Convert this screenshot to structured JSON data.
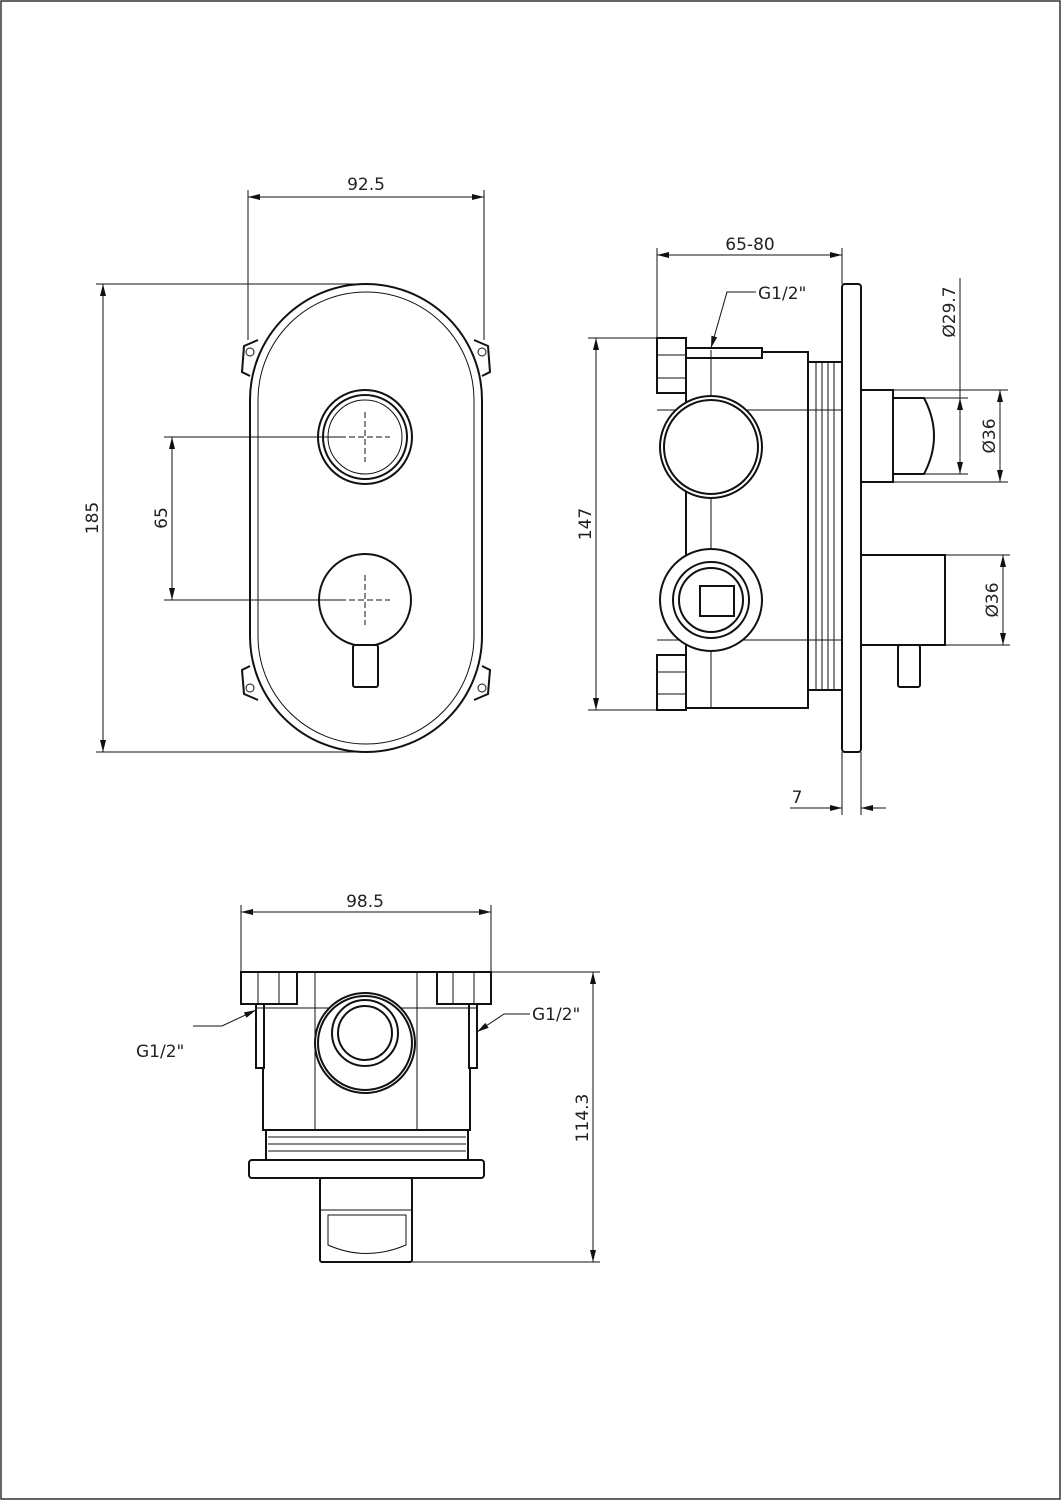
{
  "views": {
    "front": {
      "width_dim": "92.5",
      "height_dim": "185",
      "spacing_dim": "65"
    },
    "side": {
      "depth_dim": "65-80",
      "thread_label": "G1/2\"",
      "height_dim": "147",
      "plate_dim": "7",
      "dia_top_inner": "Ø29.7",
      "dia_top": "Ø36",
      "dia_bottom": "Ø36"
    },
    "bottom": {
      "width_dim": "98.5",
      "left_thread_label": "G1/2\"",
      "right_thread_label": "G1/2\"",
      "height_dim": "114.3"
    }
  }
}
